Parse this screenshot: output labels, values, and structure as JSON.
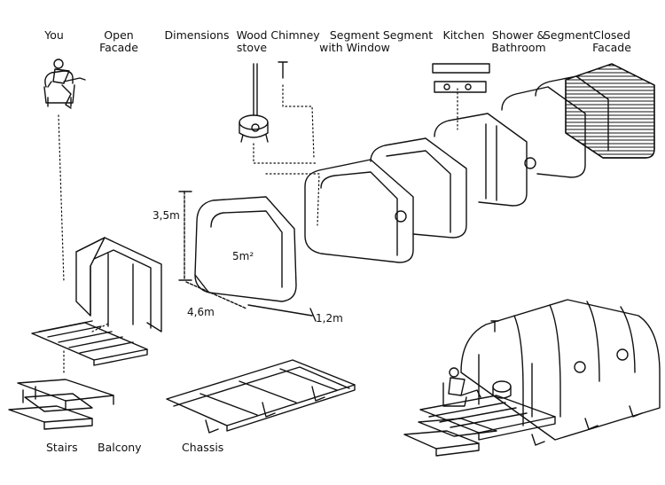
{
  "labels": {
    "you": [
      "You"
    ],
    "open_facade": [
      "Open",
      "Facade"
    ],
    "dimensions": [
      "Dimensions"
    ],
    "wood_stove": [
      "Wood",
      "stove"
    ],
    "chimney": [
      "Chimney"
    ],
    "segment_window": [
      "Segment",
      "with Window"
    ],
    "segment_1": [
      "Segment"
    ],
    "kitchen": [
      "Kitchen"
    ],
    "shower_bathroom": [
      "Shower &",
      "Bathroom"
    ],
    "segment_2": [
      "Segment"
    ],
    "closed_facade": [
      "Closed",
      "Facade"
    ],
    "stairs": "Stairs",
    "balcony": "Balcony",
    "chassis": "Chassis"
  },
  "dimensions": {
    "height": "3,5m",
    "area": "5m²",
    "width": "4,6m",
    "depth": "1,2m"
  },
  "colors": {
    "ink": "#111111",
    "background": "#ffffff"
  }
}
